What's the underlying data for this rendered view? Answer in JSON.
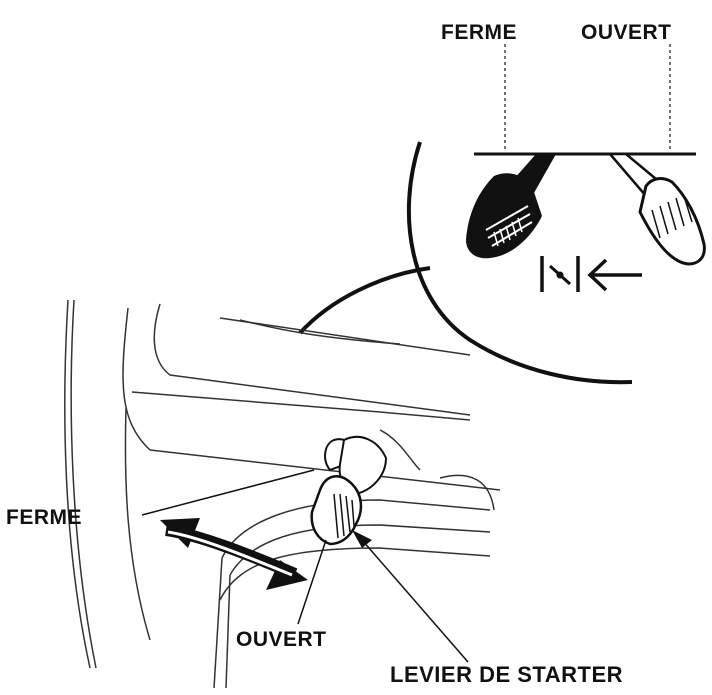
{
  "labels": {
    "inset_closed": "FERME",
    "inset_open": "OUVERT",
    "closed": "FERME",
    "open": "OUVERT",
    "choke_lever": "LEVIER DE STARTER"
  },
  "colors": {
    "ink": "#111111",
    "paper": "#ffffff",
    "line": "#555555"
  },
  "icons": {
    "choke_symbol": "choke-icon",
    "direction_arrow": "arrow-left-icon"
  }
}
